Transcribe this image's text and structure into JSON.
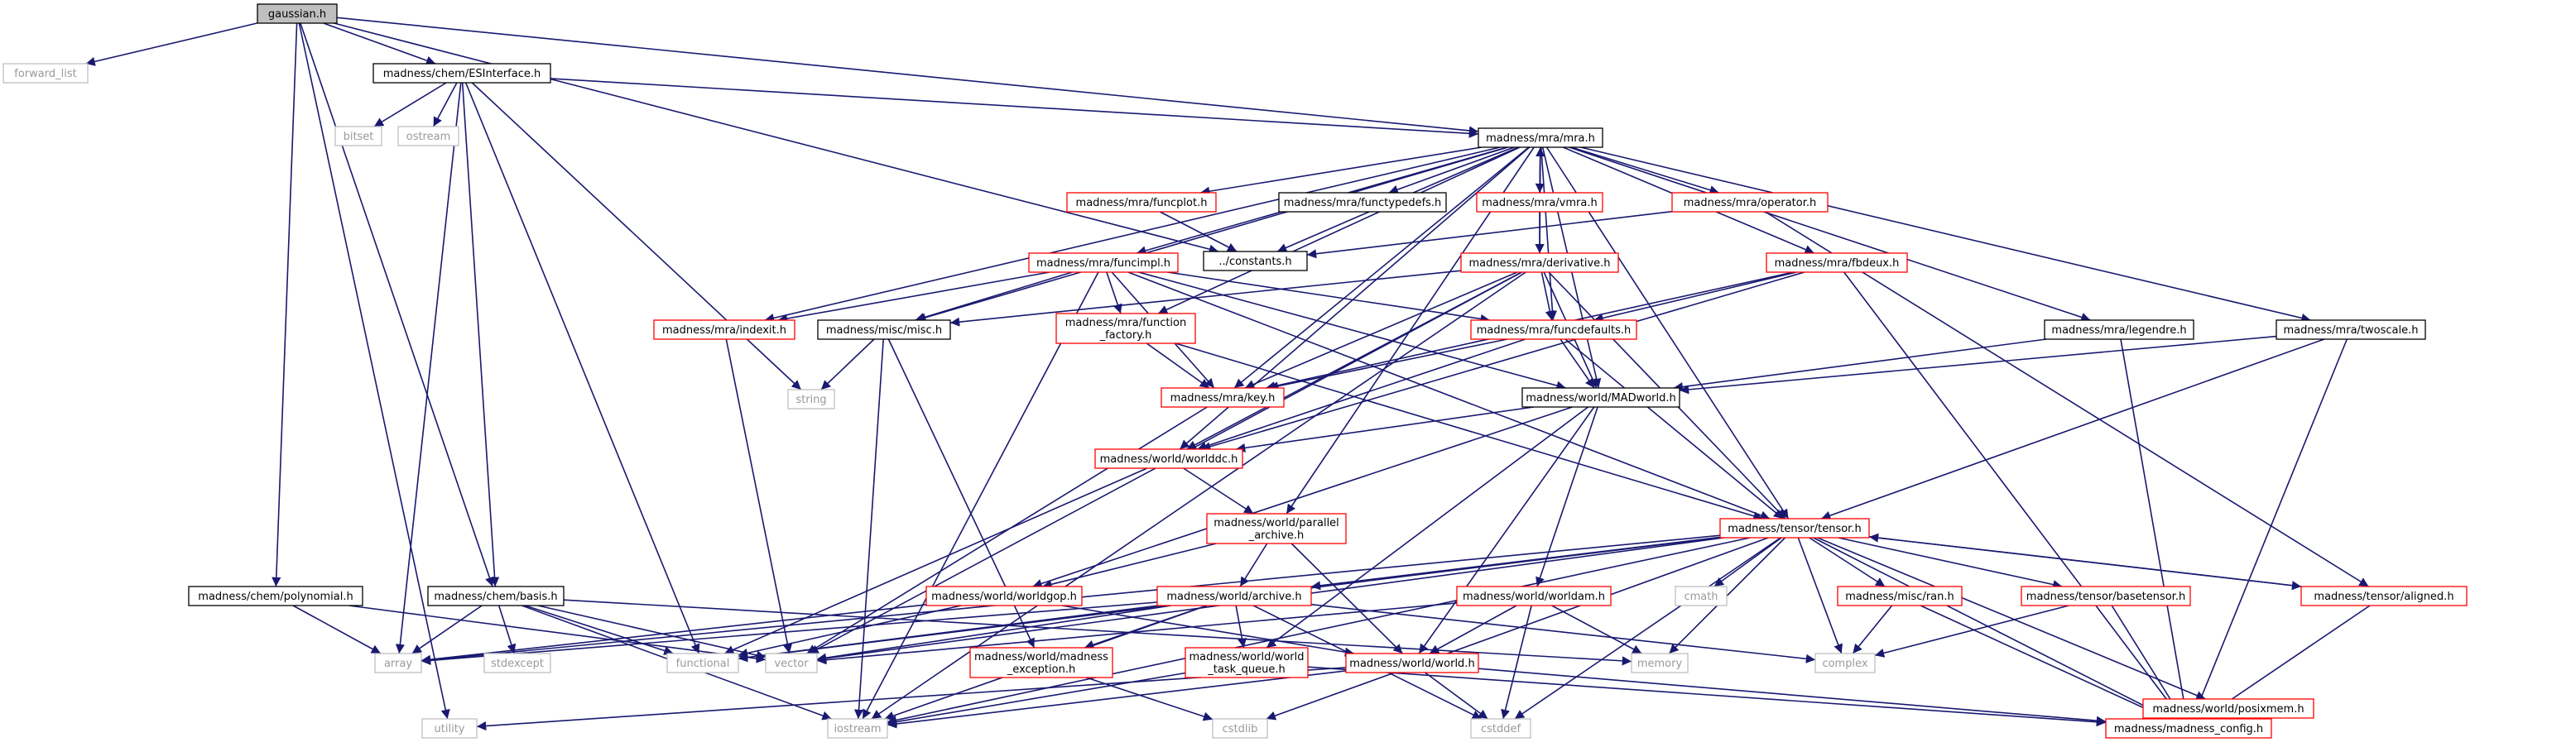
{
  "colors": {
    "edge": "#191970",
    "root_fill": "#bfbfbf",
    "root_border": "#000000",
    "documented_border": "#000000",
    "undocumented_border": "#ff0000",
    "system_border": "#bfbfbf",
    "system_text": "#9a9a9a",
    "node_fill": "#ffffff"
  },
  "nodes": [
    {
      "id": "gaussian",
      "kind": "root",
      "lines": [
        "gaussian.h"
      ]
    },
    {
      "id": "forward_list",
      "kind": "system",
      "lines": [
        "forward_list"
      ]
    },
    {
      "id": "esinterface",
      "kind": "documented",
      "lines": [
        "madness/chem/ESInterface.h"
      ]
    },
    {
      "id": "mra",
      "kind": "documented",
      "lines": [
        "madness/mra/mra.h"
      ]
    },
    {
      "id": "bitset",
      "kind": "system",
      "lines": [
        "bitset"
      ]
    },
    {
      "id": "ostream",
      "kind": "system",
      "lines": [
        "ostream"
      ]
    },
    {
      "id": "funcplot",
      "kind": "undocumented",
      "lines": [
        "madness/mra/funcplot.h"
      ]
    },
    {
      "id": "functypedefs",
      "kind": "documented",
      "lines": [
        "madness/mra/functypedefs.h"
      ]
    },
    {
      "id": "vmra",
      "kind": "undocumented",
      "lines": [
        "madness/mra/vmra.h"
      ]
    },
    {
      "id": "operator",
      "kind": "undocumented",
      "lines": [
        "madness/mra/operator.h"
      ]
    },
    {
      "id": "constants",
      "kind": "documented",
      "lines": [
        "../constants.h"
      ]
    },
    {
      "id": "funcimpl",
      "kind": "undocumented",
      "lines": [
        "madness/mra/funcimpl.h"
      ]
    },
    {
      "id": "derivative",
      "kind": "undocumented",
      "lines": [
        "madness/mra/derivative.h"
      ]
    },
    {
      "id": "fbdeux",
      "kind": "undocumented",
      "lines": [
        "madness/mra/fbdeux.h"
      ]
    },
    {
      "id": "indexit",
      "kind": "undocumented",
      "lines": [
        "madness/mra/indexit.h"
      ]
    },
    {
      "id": "misc",
      "kind": "documented",
      "lines": [
        "madness/misc/misc.h"
      ]
    },
    {
      "id": "function_factory",
      "kind": "undocumented",
      "lines": [
        "madness/mra/function",
        "_factory.h"
      ]
    },
    {
      "id": "funcdefaults",
      "kind": "undocumented",
      "lines": [
        "madness/mra/funcdefaults.h"
      ]
    },
    {
      "id": "legendre",
      "kind": "documented",
      "lines": [
        "madness/mra/legendre.h"
      ]
    },
    {
      "id": "twoscale",
      "kind": "documented",
      "lines": [
        "madness/mra/twoscale.h"
      ]
    },
    {
      "id": "string",
      "kind": "system",
      "lines": [
        "string"
      ]
    },
    {
      "id": "key",
      "kind": "undocumented",
      "lines": [
        "madness/mra/key.h"
      ]
    },
    {
      "id": "madworld",
      "kind": "documented",
      "lines": [
        "madness/world/MADworld.h"
      ]
    },
    {
      "id": "worlddc",
      "kind": "undocumented",
      "lines": [
        "madness/world/worlddc.h"
      ]
    },
    {
      "id": "parallel_archive",
      "kind": "undocumented",
      "lines": [
        "madness/world/parallel",
        "_archive.h"
      ]
    },
    {
      "id": "tensor",
      "kind": "undocumented",
      "lines": [
        "madness/tensor/tensor.h"
      ]
    },
    {
      "id": "polynomial",
      "kind": "documented",
      "lines": [
        "madness/chem/polynomial.h"
      ]
    },
    {
      "id": "basis",
      "kind": "documented",
      "lines": [
        "madness/chem/basis.h"
      ]
    },
    {
      "id": "worldgop",
      "kind": "undocumented",
      "lines": [
        "madness/world/worldgop.h"
      ]
    },
    {
      "id": "archive",
      "kind": "undocumented",
      "lines": [
        "madness/world/archive.h"
      ]
    },
    {
      "id": "worldam",
      "kind": "undocumented",
      "lines": [
        "madness/world/worldam.h"
      ]
    },
    {
      "id": "cmath",
      "kind": "system",
      "lines": [
        "cmath"
      ]
    },
    {
      "id": "ran",
      "kind": "undocumented",
      "lines": [
        "madness/misc/ran.h"
      ]
    },
    {
      "id": "basetensor",
      "kind": "undocumented",
      "lines": [
        "madness/tensor/basetensor.h"
      ]
    },
    {
      "id": "aligned",
      "kind": "undocumented",
      "lines": [
        "madness/tensor/aligned.h"
      ]
    },
    {
      "id": "array",
      "kind": "system",
      "lines": [
        "array"
      ]
    },
    {
      "id": "stdexcept",
      "kind": "system",
      "lines": [
        "stdexcept"
      ]
    },
    {
      "id": "functional",
      "kind": "system",
      "lines": [
        "functional"
      ]
    },
    {
      "id": "vector",
      "kind": "system",
      "lines": [
        "vector"
      ]
    },
    {
      "id": "madness_exception",
      "kind": "undocumented",
      "lines": [
        "madness/world/madness",
        "_exception.h"
      ]
    },
    {
      "id": "world_task_queue",
      "kind": "undocumented",
      "lines": [
        "madness/world/world",
        "_task_queue.h"
      ]
    },
    {
      "id": "world",
      "kind": "undocumented",
      "lines": [
        "madness/world/world.h"
      ]
    },
    {
      "id": "memory",
      "kind": "system",
      "lines": [
        "memory"
      ]
    },
    {
      "id": "complex",
      "kind": "system",
      "lines": [
        "complex"
      ]
    },
    {
      "id": "posixmem",
      "kind": "undocumented",
      "lines": [
        "madness/world/posixmem.h"
      ]
    },
    {
      "id": "utility",
      "kind": "system",
      "lines": [
        "utility"
      ]
    },
    {
      "id": "iostream",
      "kind": "system",
      "lines": [
        "iostream"
      ]
    },
    {
      "id": "cstdlib",
      "kind": "system",
      "lines": [
        "cstdlib"
      ]
    },
    {
      "id": "cstddef",
      "kind": "system",
      "lines": [
        "cstddef"
      ]
    },
    {
      "id": "madness_config",
      "kind": "undocumented",
      "lines": [
        "madness/madness_config.h"
      ]
    }
  ],
  "edges": [
    [
      "gaussian",
      "forward_list"
    ],
    [
      "gaussian",
      "esinterface"
    ],
    [
      "gaussian",
      "mra"
    ],
    [
      "gaussian",
      "constants"
    ],
    [
      "gaussian",
      "polynomial"
    ],
    [
      "gaussian",
      "basis"
    ],
    [
      "gaussian",
      "utility"
    ],
    [
      "esinterface",
      "mra"
    ],
    [
      "esinterface",
      "bitset"
    ],
    [
      "esinterface",
      "ostream"
    ],
    [
      "esinterface",
      "string"
    ],
    [
      "esinterface",
      "basis"
    ],
    [
      "esinterface",
      "array"
    ],
    [
      "esinterface",
      "functional"
    ],
    [
      "mra",
      "funcplot"
    ],
    [
      "mra",
      "functypedefs"
    ],
    [
      "mra",
      "vmra"
    ],
    [
      "mra",
      "operator"
    ],
    [
      "mra",
      "constants"
    ],
    [
      "mra",
      "funcimpl"
    ],
    [
      "mra",
      "derivative"
    ],
    [
      "mra",
      "fbdeux"
    ],
    [
      "mra",
      "indexit"
    ],
    [
      "mra",
      "misc"
    ],
    [
      "mra",
      "function_factory"
    ],
    [
      "mra",
      "funcdefaults"
    ],
    [
      "mra",
      "legendre"
    ],
    [
      "mra",
      "twoscale"
    ],
    [
      "mra",
      "key"
    ],
    [
      "mra",
      "madworld"
    ],
    [
      "mra",
      "worlddc"
    ],
    [
      "mra",
      "tensor"
    ],
    [
      "mra",
      "parallel_archive"
    ],
    [
      "vmra",
      "mra"
    ],
    [
      "funcplot",
      "constants"
    ],
    [
      "operator",
      "constants"
    ],
    [
      "operator",
      "aligned"
    ],
    [
      "vmra",
      "derivative"
    ],
    [
      "funcimpl",
      "indexit"
    ],
    [
      "funcimpl",
      "misc"
    ],
    [
      "funcimpl",
      "function_factory"
    ],
    [
      "funcimpl",
      "key"
    ],
    [
      "funcimpl",
      "funcdefaults"
    ],
    [
      "funcimpl",
      "madworld"
    ],
    [
      "funcimpl",
      "tensor"
    ],
    [
      "funcimpl",
      "iostream"
    ],
    [
      "derivative",
      "misc"
    ],
    [
      "derivative",
      "funcdefaults"
    ],
    [
      "derivative",
      "key"
    ],
    [
      "derivative",
      "worlddc"
    ],
    [
      "derivative",
      "tensor"
    ],
    [
      "derivative",
      "vector"
    ],
    [
      "derivative",
      "iostream"
    ],
    [
      "derivative",
      "madworld"
    ],
    [
      "fbdeux",
      "key"
    ],
    [
      "fbdeux",
      "funcdefaults"
    ],
    [
      "fbdeux",
      "madness_config"
    ],
    [
      "fbdeux",
      "worlddc"
    ],
    [
      "funcdefaults",
      "madworld"
    ],
    [
      "funcdefaults",
      "key"
    ],
    [
      "funcdefaults",
      "tensor"
    ],
    [
      "funcdefaults",
      "worlddc"
    ],
    [
      "function_factory",
      "key"
    ],
    [
      "function_factory",
      "tensor"
    ],
    [
      "legendre",
      "madworld"
    ],
    [
      "legendre",
      "madness_config"
    ],
    [
      "twoscale",
      "madworld"
    ],
    [
      "twoscale",
      "tensor"
    ],
    [
      "twoscale",
      "madness_config"
    ],
    [
      "indexit",
      "vector"
    ],
    [
      "misc",
      "string"
    ],
    [
      "misc",
      "madness_exception"
    ],
    [
      "misc",
      "iostream"
    ],
    [
      "key",
      "vector"
    ],
    [
      "madworld",
      "worlddc"
    ],
    [
      "madworld",
      "worldgop"
    ],
    [
      "madworld",
      "worldam"
    ],
    [
      "madworld",
      "world"
    ],
    [
      "madworld",
      "world_task_queue"
    ],
    [
      "worlddc",
      "parallel_archive"
    ],
    [
      "worlddc",
      "functional"
    ],
    [
      "parallel_archive",
      "archive"
    ],
    [
      "parallel_archive",
      "world"
    ],
    [
      "parallel_archive",
      "worldgop"
    ],
    [
      "tensor",
      "array"
    ],
    [
      "tensor",
      "archive"
    ],
    [
      "tensor",
      "cmath"
    ],
    [
      "tensor",
      "ran"
    ],
    [
      "tensor",
      "basetensor"
    ],
    [
      "tensor",
      "aligned"
    ],
    [
      "tensor",
      "memory"
    ],
    [
      "tensor",
      "complex"
    ],
    [
      "tensor",
      "posixmem"
    ],
    [
      "tensor",
      "cstddef"
    ],
    [
      "tensor",
      "iostream"
    ],
    [
      "tensor",
      "cstdlib"
    ],
    [
      "tensor",
      "madness_config"
    ],
    [
      "tensor",
      "vector"
    ],
    [
      "tensor",
      "functional"
    ],
    [
      "aligned",
      "madness_config"
    ],
    [
      "aligned",
      "tensor"
    ],
    [
      "polynomial",
      "array"
    ],
    [
      "polynomial",
      "vector"
    ],
    [
      "basis",
      "array"
    ],
    [
      "basis",
      "stdexcept"
    ],
    [
      "basis",
      "functional"
    ],
    [
      "basis",
      "vector"
    ],
    [
      "basis",
      "iostream"
    ],
    [
      "basis",
      "memory"
    ],
    [
      "worldgop",
      "functional"
    ],
    [
      "worldgop",
      "world"
    ],
    [
      "worldgop",
      "array"
    ],
    [
      "archive",
      "array"
    ],
    [
      "archive",
      "functional"
    ],
    [
      "archive",
      "madness_exception"
    ],
    [
      "archive",
      "iostream"
    ],
    [
      "archive",
      "cstddef"
    ],
    [
      "archive",
      "vector"
    ],
    [
      "archive",
      "complex"
    ],
    [
      "archive",
      "world_task_queue"
    ],
    [
      "worldam",
      "world"
    ],
    [
      "worldam",
      "memory"
    ],
    [
      "worldam",
      "vector"
    ],
    [
      "worldam",
      "cstddef"
    ],
    [
      "ran",
      "complex"
    ],
    [
      "ran",
      "madness_config"
    ],
    [
      "basetensor",
      "complex"
    ],
    [
      "basetensor",
      "madness_config"
    ],
    [
      "posixmem",
      "madness_config"
    ],
    [
      "madness_exception",
      "cstdlib"
    ],
    [
      "world_task_queue",
      "iostream"
    ],
    [
      "world_task_queue",
      "madness_config"
    ],
    [
      "world",
      "utility"
    ],
    [
      "world",
      "iostream"
    ],
    [
      "world",
      "cstddef"
    ],
    [
      "world",
      "madness_config"
    ]
  ]
}
